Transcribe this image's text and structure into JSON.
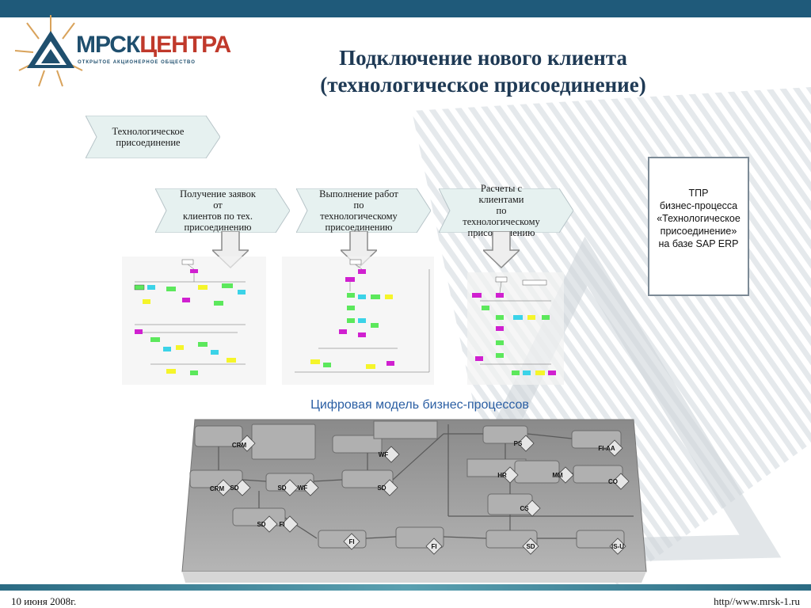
{
  "logo": {
    "name_part1": "МРСК",
    "name_part2": "ЦЕНТРА",
    "subtitle": "ОТКРЫТОЕ АКЦИОНЕРНОЕ ОБЩЕСТВО"
  },
  "title": {
    "line1": "Подключение нового клиента",
    "line2": "(технологическое присоединение)"
  },
  "main_process": {
    "line1": "Технологическое",
    "line2": "присоединение"
  },
  "steps": [
    {
      "line1": "Получение заявок от",
      "line2": "клиентов по тех.",
      "line3": "присоединению"
    },
    {
      "line1": "Выполнение работ по",
      "line2": "технологическому",
      "line3": "присоединению"
    },
    {
      "line1": "Расчеты с клиентами",
      "line2": "по технологическому",
      "line3": "присоединению"
    }
  ],
  "note": {
    "line1": "ТПР",
    "line2": "бизнес-процесса",
    "line3": "«Технологическое",
    "line4": "присоединение»",
    "line5": "на базе SAP ERP"
  },
  "digital_model_label": "Цифровая модель бизнес-процессов",
  "model_tags": [
    "CRM",
    "WF",
    "PS",
    "FI-AA",
    "CRM",
    "SD",
    "SD",
    "WF",
    "SD",
    "HR",
    "MM",
    "CO",
    "CS",
    "SD",
    "FI",
    "FI",
    "FI",
    "SD",
    "IS-U"
  ],
  "footer": {
    "date": "10 июня 2008г.",
    "url": "http//www.mrsk-1.ru"
  },
  "colors": {
    "header_bar": "#1f5a7a",
    "title": "#1f3a55",
    "accent_blue": "#2a5ea3",
    "logo_red": "#c0392b"
  }
}
